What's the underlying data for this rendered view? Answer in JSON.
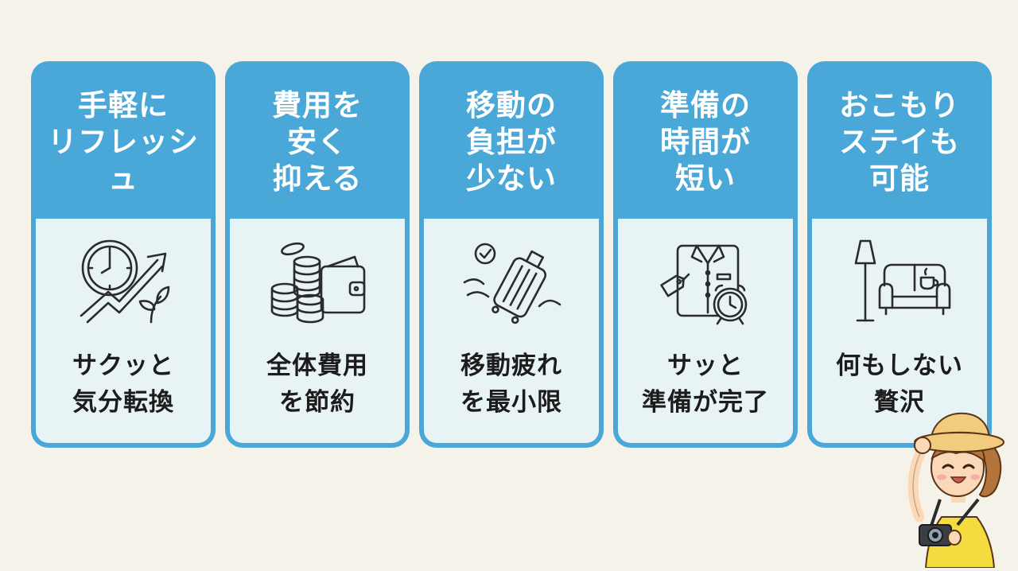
{
  "cards": [
    {
      "title": "手軽に\nリフレッシュ",
      "icon": "clock-growth-arrow-icon",
      "caption": "サクッと\n気分転換"
    },
    {
      "title": "費用を\n安く\n抑える",
      "icon": "coins-wallet-icon",
      "caption": "全体費用\nを節約"
    },
    {
      "title": "移動の\n負担が\n少ない",
      "icon": "suitcase-check-icon",
      "caption": "移動疲れ\nを最小限"
    },
    {
      "title": "準備の\n時間が\n短い",
      "icon": "shirt-alarm-clock-icon",
      "caption": "サッと\n準備が完了"
    },
    {
      "title": "おこもり\nステイも\n可能",
      "icon": "sofa-lamp-icon",
      "caption": "何もしない\n贅沢"
    }
  ],
  "colors": {
    "background": "#f5f3e9",
    "card_header": "#4aa8d8",
    "card_body": "#e8f3f6",
    "title_text": "#ffffff",
    "caption_text": "#1c1c1c"
  },
  "mascot": {
    "icon": "tourist-girl-with-camera-icon"
  }
}
